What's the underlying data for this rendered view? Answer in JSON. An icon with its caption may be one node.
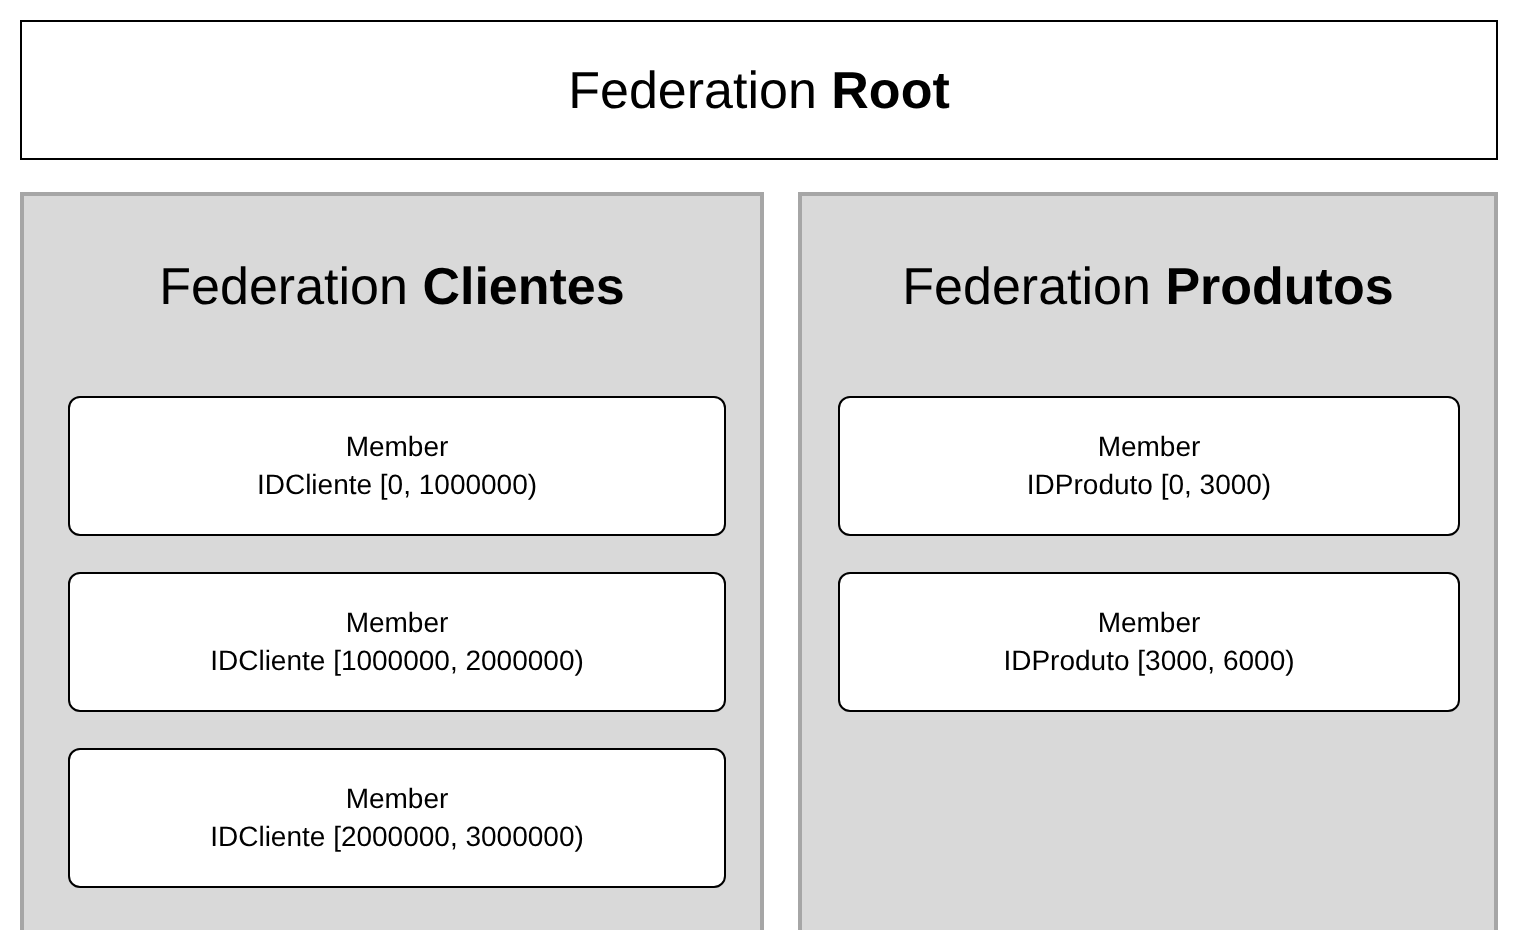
{
  "diagram": {
    "nodes": [
      {
        "text": [
          "Federation **Root**"
        ]
      },
      {
        "text": [
          "Federation **Clientes**"
        ]
      },
      {
        "text": [
          "Member",
          "IDCliente [0, 1000000)"
        ],
        "in": 1
      },
      {
        "text": [
          "Member",
          "IDCliente [1000000, 2000000)"
        ],
        "in": 1
      },
      {
        "text": [
          "Member",
          "IDCliente [2000000, 3000000)"
        ],
        "in": 1
      },
      {
        "text": [
          "Federation **Produtos**"
        ]
      },
      {
        "text": [
          "Member",
          "IDProduto [0, 3000)"
        ],
        "in": 5
      },
      {
        "text": [
          "Member",
          "IDProduto [3000, 6000)"
        ],
        "in": 5
      }
    ],
    "edges": []
  }
}
